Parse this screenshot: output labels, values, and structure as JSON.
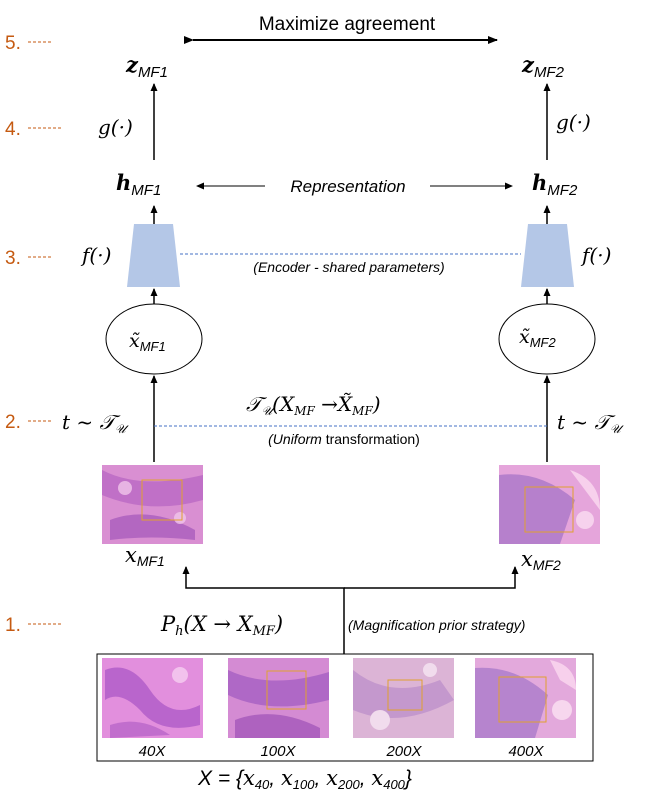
{
  "steps": [
    "1.",
    "2.",
    "3.",
    "4.",
    "5."
  ],
  "top": {
    "label": "Maximize agreement"
  },
  "projection": {
    "z_left": "z",
    "z_left_sub": "MF1",
    "z_right": "z",
    "z_right_sub": "MF2",
    "head": "g(·)"
  },
  "representation": {
    "h_left": "h",
    "h_left_sub": "MF1",
    "h_right": "h",
    "h_right_sub": "MF2",
    "label": "Representation"
  },
  "encoder": {
    "func": "f(·)",
    "label": "(Encoder - shared parameters)"
  },
  "augmented": {
    "left_sub": "MF1",
    "right_sub": "MF2"
  },
  "transform": {
    "sample": "t ~ ",
    "formula_prefix": "(X",
    "formula_sub1": "MF",
    "formula_arrow": " →X̃",
    "formula_sub2": "MF",
    "formula_suffix": ")",
    "note_italic": "(Uniform ",
    "note_rest": "transformation)"
  },
  "inputs": {
    "left_sub": "MF1",
    "right_sub": "MF2"
  },
  "prior": {
    "formula_main": "P",
    "formula_h": "h",
    "formula_body": "(X → X",
    "formula_sub": "MF",
    "formula_end": ")",
    "label": "(Magnification prior strategy)"
  },
  "magnifications": [
    "40X",
    "100X",
    "200X",
    "400X"
  ],
  "set_def": {
    "prefix": "X = {",
    "x": "x",
    "subs": [
      "40",
      "100",
      "200",
      "400"
    ],
    "suffix": "}"
  },
  "colors": {
    "step": "#c55a11",
    "encoder": "#b4c7e7",
    "dashed_line": "#4472c4",
    "tissue_base": "#e1a3d8",
    "tissue_dark": "#8b3fa8",
    "roi_box": "#e0a030"
  }
}
